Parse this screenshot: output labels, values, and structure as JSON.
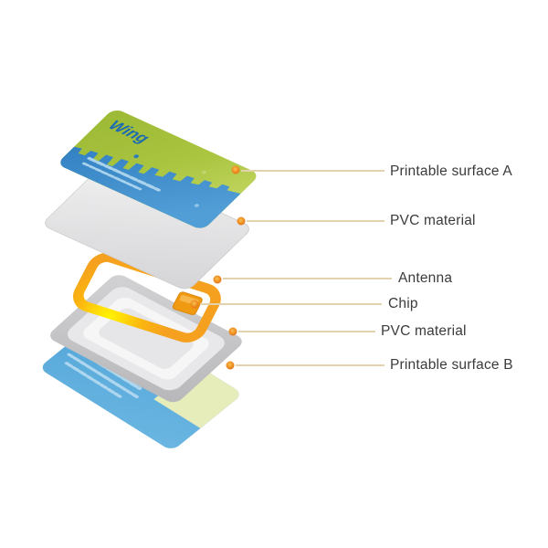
{
  "card": {
    "brand": "Wing"
  },
  "layers": [
    {
      "name": "printable-surface-a",
      "label": "Printable surface A"
    },
    {
      "name": "pvc-material-top",
      "label": "PVC material"
    },
    {
      "name": "antenna",
      "label": "Antenna"
    },
    {
      "name": "chip",
      "label": "Chip"
    },
    {
      "name": "pvc-material-bottom",
      "label": "PVC material"
    },
    {
      "name": "printable-surface-b",
      "label": "Printable surface B"
    }
  ],
  "palette": {
    "card_green": "#a7c33d",
    "card_blue": "#2f80c2",
    "brand_text_blue": "#1b69b2",
    "pvc_light": "#e6e6e8",
    "pvc_gray": "#c6c6c8",
    "antenna_orange": "#f6a41f",
    "antenna_glow": "#ffe51e",
    "chip_orange": "#f09a12",
    "surface_b_blue": "#55a7d9",
    "surface_b_green": "#e6ecba",
    "leader_line": "#e3d2ae",
    "dot_orange": "#e8811d",
    "label_text": "#3b3b3b"
  }
}
